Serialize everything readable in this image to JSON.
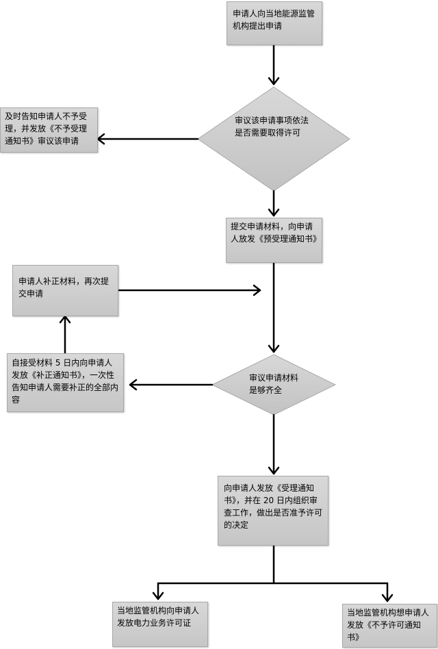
{
  "nodes": {
    "apply": "申请人向当地能源监管机构提出申请",
    "review_need": "审议该申请事项依法是否需要取得许可",
    "notify_no_need": "及时告知申请人不予受理，并发放《不予受理通知书》审议该申请",
    "submit_materials": "提交申请材料，向申请人放发《预受理通知书》",
    "supplement": "申请人补正材料，再次提交申请",
    "notify_supplement": "自接受材料 5 日内向申请人发放《补正通知书》，一次性告知申请人需要补正的全部内容",
    "review_complete": "审议申请材料是够齐全",
    "accept": "向申请人发放《受理通知书》，并在 20 日内组织审查工作，做出是否准予许可的决定",
    "grant": "当地监管机构向申请人发放电力业务许可证",
    "deny": "当地监管机构想申请人发放《不予许可通知书》"
  },
  "colors": {
    "box_fill": "#cfcfcf",
    "box_border": "#a8a8a8",
    "arrow": "#000000"
  }
}
